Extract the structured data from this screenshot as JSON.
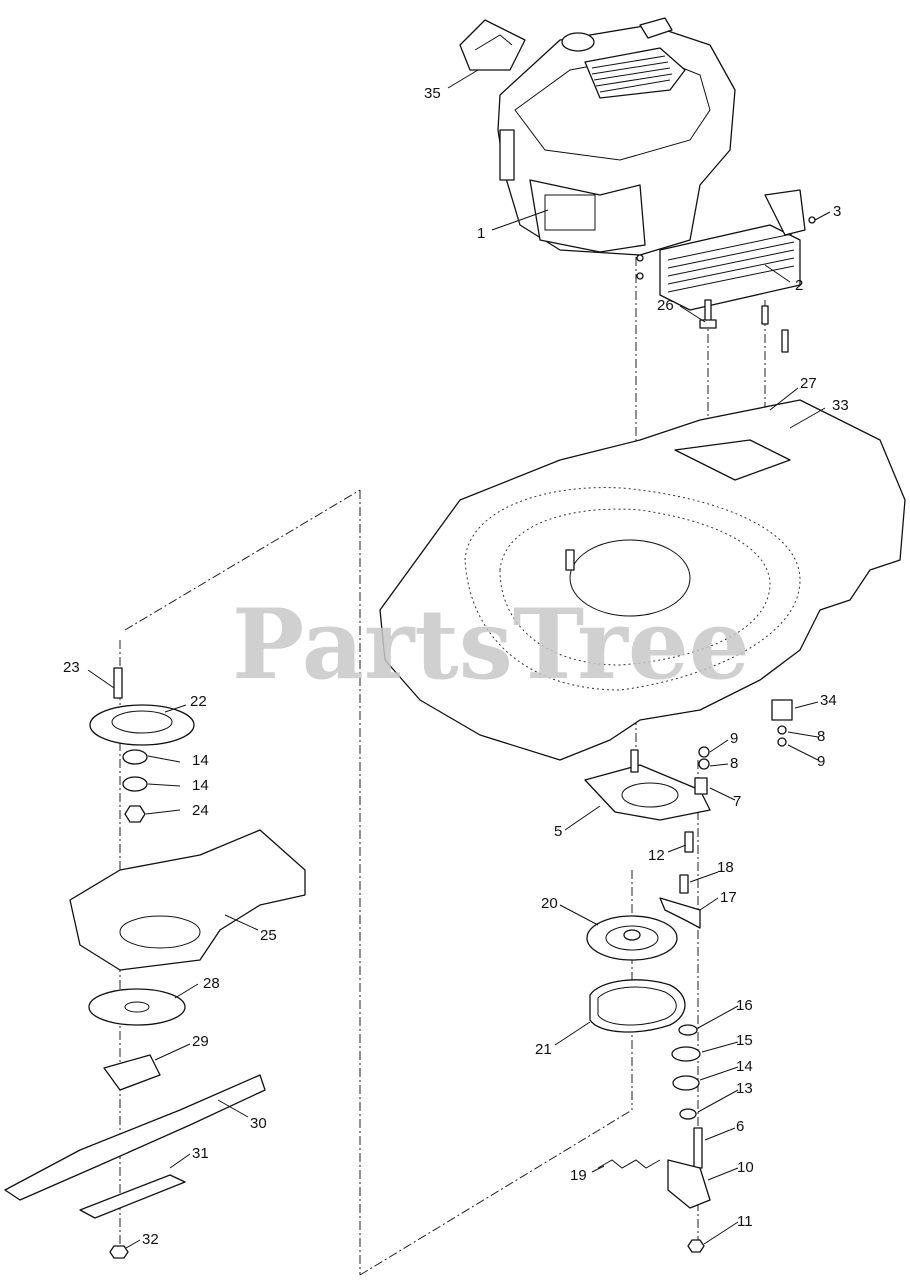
{
  "diagram": {
    "watermark": "PartsTree",
    "callouts": [
      {
        "id": "c35",
        "label": "35"
      },
      {
        "id": "c1",
        "label": "1"
      },
      {
        "id": "c3",
        "label": "3"
      },
      {
        "id": "c2",
        "label": "2"
      },
      {
        "id": "c26",
        "label": "26"
      },
      {
        "id": "c27",
        "label": "27"
      },
      {
        "id": "c33",
        "label": "33"
      },
      {
        "id": "c23",
        "label": "23"
      },
      {
        "id": "c22",
        "label": "22"
      },
      {
        "id": "c14a",
        "label": "14"
      },
      {
        "id": "c14b",
        "label": "14"
      },
      {
        "id": "c24",
        "label": "24"
      },
      {
        "id": "c25",
        "label": "25"
      },
      {
        "id": "c28",
        "label": "28"
      },
      {
        "id": "c29",
        "label": "29"
      },
      {
        "id": "c30",
        "label": "30"
      },
      {
        "id": "c31",
        "label": "31"
      },
      {
        "id": "c32",
        "label": "32"
      },
      {
        "id": "c34",
        "label": "34"
      },
      {
        "id": "c8a",
        "label": "8"
      },
      {
        "id": "c9a",
        "label": "9"
      },
      {
        "id": "c9b",
        "label": "9"
      },
      {
        "id": "c8b",
        "label": "8"
      },
      {
        "id": "c7",
        "label": "7"
      },
      {
        "id": "c5",
        "label": "5"
      },
      {
        "id": "c12",
        "label": "12"
      },
      {
        "id": "c18",
        "label": "18"
      },
      {
        "id": "c17",
        "label": "17"
      },
      {
        "id": "c20",
        "label": "20"
      },
      {
        "id": "c16",
        "label": "16"
      },
      {
        "id": "c15",
        "label": "15"
      },
      {
        "id": "c21",
        "label": "21"
      },
      {
        "id": "c14c",
        "label": "14"
      },
      {
        "id": "c13",
        "label": "13"
      },
      {
        "id": "c6",
        "label": "6"
      },
      {
        "id": "c10",
        "label": "10"
      },
      {
        "id": "c19",
        "label": "19"
      },
      {
        "id": "c11",
        "label": "11"
      }
    ]
  }
}
